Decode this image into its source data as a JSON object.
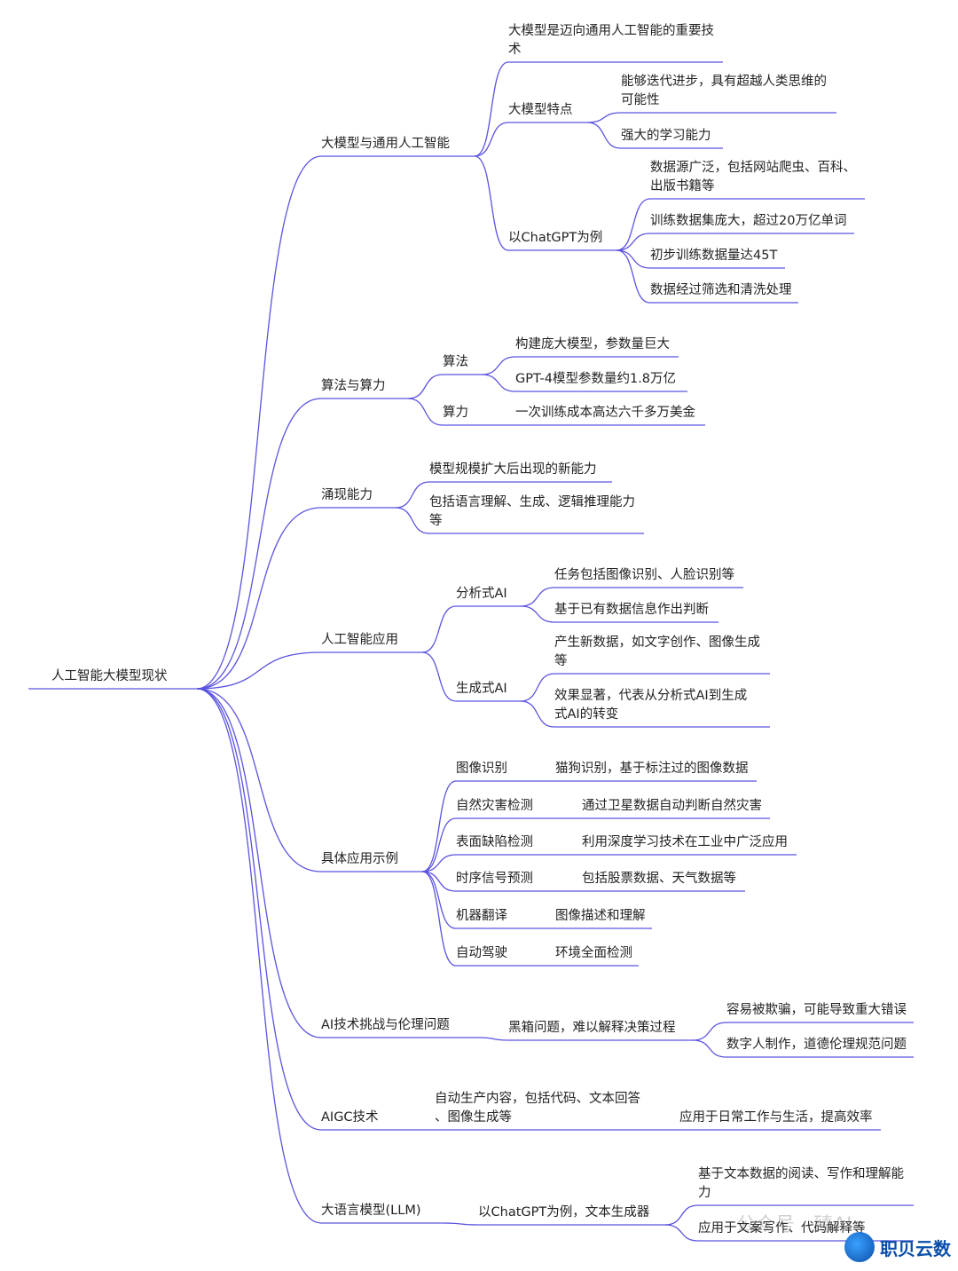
{
  "root": "人工智能大模型现状",
  "accent_color": "#5b53e0",
  "branches": [
    {
      "label": "大模型与通用人工智能",
      "children": [
        {
          "label": "大模型是迈向通用人工智能的重要技术"
        },
        {
          "label": "大模型特点",
          "children": [
            {
              "label": "能够迭代进步，具有超越人类思维的可能性"
            },
            {
              "label": "强大的学习能力"
            }
          ]
        },
        {
          "label": "以ChatGPT为例",
          "children": [
            {
              "label": "数据源广泛，包括网站爬虫、百科、出版书籍等"
            },
            {
              "label": "训练数据集庞大，超过20万亿单词"
            },
            {
              "label": "初步训练数据量达45T"
            },
            {
              "label": "数据经过筛选和清洗处理"
            }
          ]
        }
      ]
    },
    {
      "label": "算法与算力",
      "children": [
        {
          "label": "算法",
          "children": [
            {
              "label": "构建庞大模型，参数量巨大"
            },
            {
              "label": "GPT-4模型参数量约1.8万亿"
            }
          ]
        },
        {
          "label": "算力",
          "children": [
            {
              "label": "一次训练成本高达六千多万美金"
            }
          ]
        }
      ]
    },
    {
      "label": "涌现能力",
      "children": [
        {
          "label": "模型规模扩大后出现的新能力"
        },
        {
          "label": "包括语言理解、生成、逻辑推理能力等"
        }
      ]
    },
    {
      "label": "人工智能应用",
      "children": [
        {
          "label": "分析式AI",
          "children": [
            {
              "label": "任务包括图像识别、人脸识别等"
            },
            {
              "label": "基于已有数据信息作出判断"
            }
          ]
        },
        {
          "label": "生成式AI",
          "children": [
            {
              "label": "产生新数据，如文字创作、图像生成等"
            },
            {
              "label": "效果显著，代表从分析式AI到生成式AI的转变"
            }
          ]
        }
      ]
    },
    {
      "label": "具体应用示例",
      "children": [
        {
          "label": "图像识别",
          "children": [
            {
              "label": "猫狗识别，基于标注过的图像数据"
            }
          ]
        },
        {
          "label": "自然灾害检测",
          "children": [
            {
              "label": "通过卫星数据自动判断自然灾害"
            }
          ]
        },
        {
          "label": "表面缺陷检测",
          "children": [
            {
              "label": "利用深度学习技术在工业中广泛应用"
            }
          ]
        },
        {
          "label": "时序信号预测",
          "children": [
            {
              "label": "包括股票数据、天气数据等"
            }
          ]
        },
        {
          "label": "机器翻译",
          "children": [
            {
              "label": "图像描述和理解"
            }
          ]
        },
        {
          "label": "自动驾驶",
          "children": [
            {
              "label": "环境全面检测"
            }
          ]
        }
      ]
    },
    {
      "label": "AI技术挑战与伦理问题",
      "children": [
        {
          "label": "黑箱问题，难以解释决策过程",
          "children": [
            {
              "label": "容易被欺骗，可能导致重大错误"
            },
            {
              "label": "数字人制作，道德伦理规范问题"
            }
          ]
        }
      ]
    },
    {
      "label": "AIGC技术",
      "children": [
        {
          "label": "自动生产内容，包括代码、文本回答、图像生成等",
          "children": [
            {
              "label": "应用于日常工作与生活，提高效率"
            }
          ]
        }
      ]
    },
    {
      "label": "大语言模型(LLM)",
      "children": [
        {
          "label": "以ChatGPT为例，文本生成器",
          "children": [
            {
              "label": "基于文本数据的阅读、写作和理解能力"
            },
            {
              "label": "应用于文案写作、代码解释等"
            }
          ]
        }
      ]
    }
  ],
  "watermark": {
    "text": "公众号 · 臻AI",
    "brand": "职贝云数"
  }
}
